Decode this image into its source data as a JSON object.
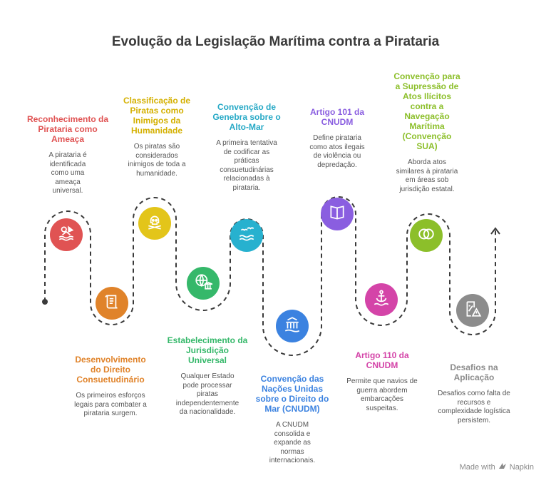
{
  "title": "Evolução da Legislação Marítima contra a Pirataria",
  "steps": [
    {
      "title": "Reconhecimento da Pirataria como Ameaça",
      "desc": "A pirataria é identificada como uma ameaça universal.",
      "color": "#e05353",
      "icon": "pirate-ship-icon"
    },
    {
      "title": "Desenvolvimento do Direito Consuetudinário",
      "desc": "Os primeiros esforços legais para combater a pirataria surgem.",
      "color": "#e0832a",
      "icon": "scroll-icon"
    },
    {
      "title": "Classificação de Piratas como Inimigos da Humanidade",
      "desc": "Os piratas são considerados inimigos de toda a humanidade.",
      "color": "#e3c51a",
      "icon": "skull-crossbones-icon"
    },
    {
      "title": "Estabelecimento da Jurisdição Universal",
      "desc": "Qualquer Estado pode processar piratas independentemente da nacionalidade.",
      "color": "#35b86a",
      "icon": "globe-courthouse-icon"
    },
    {
      "title": "Convenção de Genebra sobre o Alto-Mar",
      "desc": "A primeira tentativa de codificar as práticas consuetudinárias relacionadas à pirataria.",
      "color": "#27b1cf",
      "icon": "sea-birds-icon"
    },
    {
      "title": "Convenção das Nações Unidas sobre o Direito do Mar (CNUDM)",
      "desc": "A CNUDM consolida e expande as normas internacionais.",
      "color": "#3b82e0",
      "icon": "united-nations-icon"
    },
    {
      "title": "Artigo 101 da CNUDM",
      "desc": "Define pirataria como atos ilegais de violência ou depredação.",
      "color": "#8a5ee0",
      "icon": "open-book-icon"
    },
    {
      "title": "Artigo 110 da CNUDM",
      "desc": "Permite que navios de guerra abordem embarcações suspeitas.",
      "color": "#d444a8",
      "icon": "anchor-icon"
    },
    {
      "title": "Convenção para a Supressão de Atos Ilícitos contra a Navegação Marítima (Convenção SUA)",
      "desc": "Aborda atos similares à pirataria em áreas sob jurisdição estatal.",
      "color": "#8cbf2a",
      "icon": "linked-rings-icon"
    },
    {
      "title": "Desafios na Aplicação",
      "desc": "Desafios como falta de recursos e complexidade logística persistem.",
      "color": "#8c8c8c",
      "icon": "warning-document-icon"
    }
  ],
  "footer": {
    "made_with": "Made with",
    "brand": "Napkin"
  }
}
